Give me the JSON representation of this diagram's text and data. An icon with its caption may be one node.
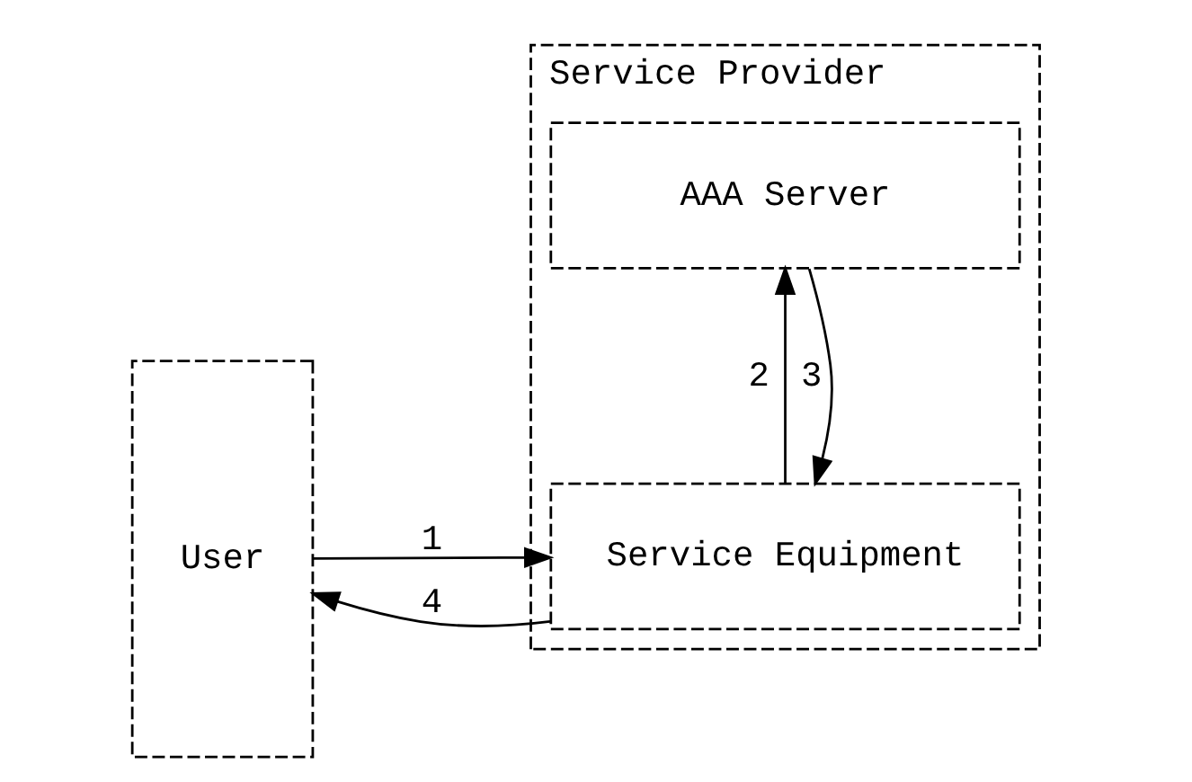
{
  "diagram": {
    "nodes": [
      {
        "text": [
          "User"
        ]
      },
      {
        "text": [
          "Service Provider"
        ]
      },
      {
        "text": [
          "AAA Server"
        ],
        "in": 1
      },
      {
        "text": [
          "Service Equipment"
        ],
        "in": 1
      }
    ],
    "edges": [
      {
        "from": 0,
        "to": 3,
        "arrow": "to",
        "label": "1"
      },
      {
        "from": 3,
        "to": 2,
        "arrow": "to",
        "label": "2"
      },
      {
        "from": 2,
        "to": 3,
        "arrow": "to",
        "label": "3"
      },
      {
        "from": 3,
        "to": 0,
        "arrow": "to",
        "label": "4"
      }
    ]
  }
}
